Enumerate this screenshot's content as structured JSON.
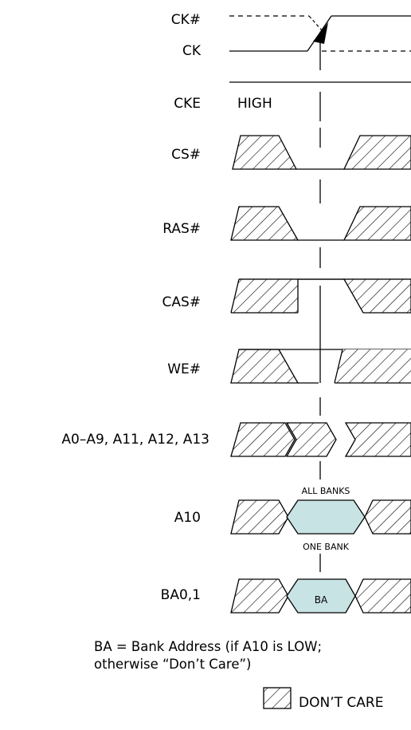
{
  "signals": {
    "ck_n": "CK#",
    "ck": "CK",
    "cke": "CKE",
    "cke_level": "HIGH",
    "cs_n": "CS#",
    "ras_n": "RAS#",
    "cas_n": "CAS#",
    "we_n": "WE#",
    "addr": "A0–A9, A11, A12, A13",
    "a10": "A10",
    "ba": "BA0,1"
  },
  "annotations": {
    "all_banks": "ALL BANKS",
    "one_bank": "ONE BANK",
    "ba_value": "BA"
  },
  "note": {
    "line1": "BA = Bank Address (if A10 is LOW;",
    "line2": "otherwise “Don’t Care”)"
  },
  "legend": {
    "dont_care": "DON’T CARE"
  },
  "colors": {
    "valid_fill": "#c8e3e3",
    "line": "#000000",
    "background": "#ffffff"
  }
}
